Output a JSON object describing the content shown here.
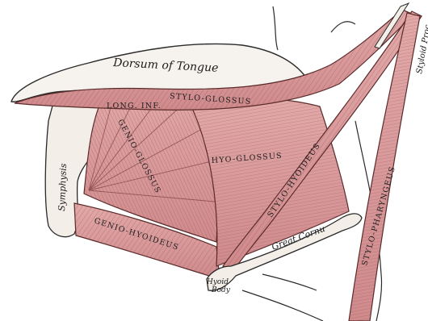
{
  "figure": {
    "colors": {
      "background": "#ffffff",
      "muscle": "#d99a9a",
      "muscle_dark": "#9a4f50",
      "bone": "#f3efe8",
      "tongue": "#f6f3ee",
      "ink": "#1c1c1c"
    },
    "labels": {
      "dorsum": "Dorsum of Tongue",
      "styloid_process": "Styloid Proc.",
      "stylo_glossus": "STYLO-GLOSSUS",
      "long_inf": "LONG. INF.",
      "genio_glossus": "GENIO-GLOSSUS",
      "hyo_glossus": "HYO-GLOSSUS",
      "stylo_hyoideus": "STYLO-HYOIDEUS",
      "stylo_pharyngeus": "STYLO-PHARYNGEUS",
      "symphysis": "Symphysis",
      "genio_hyoideus": "GENIO-HYOIDEUS",
      "great_cornu": "Great Cornu",
      "hyoid": "Hyoid",
      "body": "Body"
    }
  }
}
